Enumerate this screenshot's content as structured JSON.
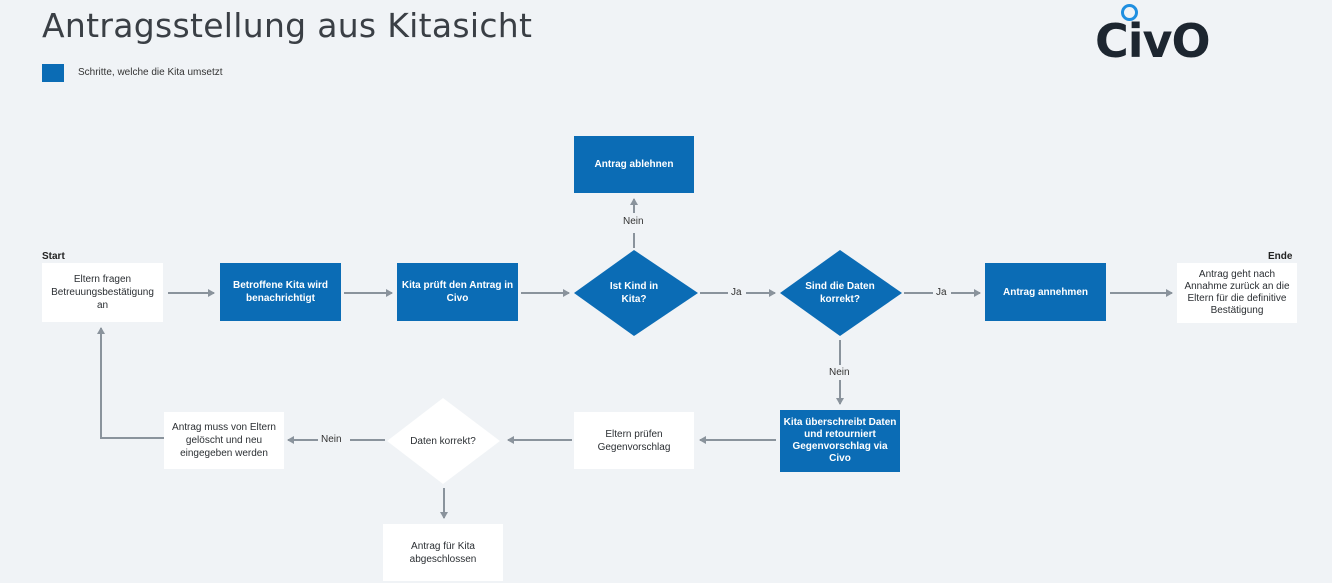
{
  "title": "Antragsstellung aus Kitasicht",
  "logo": "CivO",
  "legend": {
    "label": "Schritte, welche die Kita umsetzt",
    "color": "#0b6cb5"
  },
  "labels": {
    "start": "Start",
    "end": "Ende"
  },
  "nodes": {
    "eltern_fragen": "Eltern fragen Betreuungsbestätigung an",
    "kita_benachrichtigt": "Betroffene Kita wird benachrichtigt",
    "kita_prueft": "Kita prüft den Antrag in Civo",
    "ist_kind_in_kita": "Ist Kind in Kita?",
    "antrag_ablehnen": "Antrag ablehnen",
    "daten_korrekt_1": "Sind die Daten korrekt?",
    "antrag_annehmen": "Antrag annehmen",
    "antrag_zurueck": "Antrag geht nach Annahme zurück an die Eltern für die definitive Bestätigung",
    "kita_ueberschreibt": "Kita überschreibt Daten und retourniert Gegenvorschlag via Civo",
    "eltern_pruefen": "Eltern prüfen Gegenvorschlag",
    "daten_korrekt_2": "Daten korrekt?",
    "antrag_loeschen": "Antrag muss von Eltern gelöscht und neu eingegeben werden",
    "antrag_abgeschlossen": "Antrag für Kita abgeschlossen"
  },
  "edges": {
    "ja_1": "Ja",
    "ja_2": "Ja",
    "nein_1": "Nein",
    "nein_2": "Nein",
    "nein_3": "Nein"
  },
  "colors": {
    "blue": "#0b6cb5",
    "arrow": "#8a939c",
    "logo_ring": "#1f8fe0"
  }
}
